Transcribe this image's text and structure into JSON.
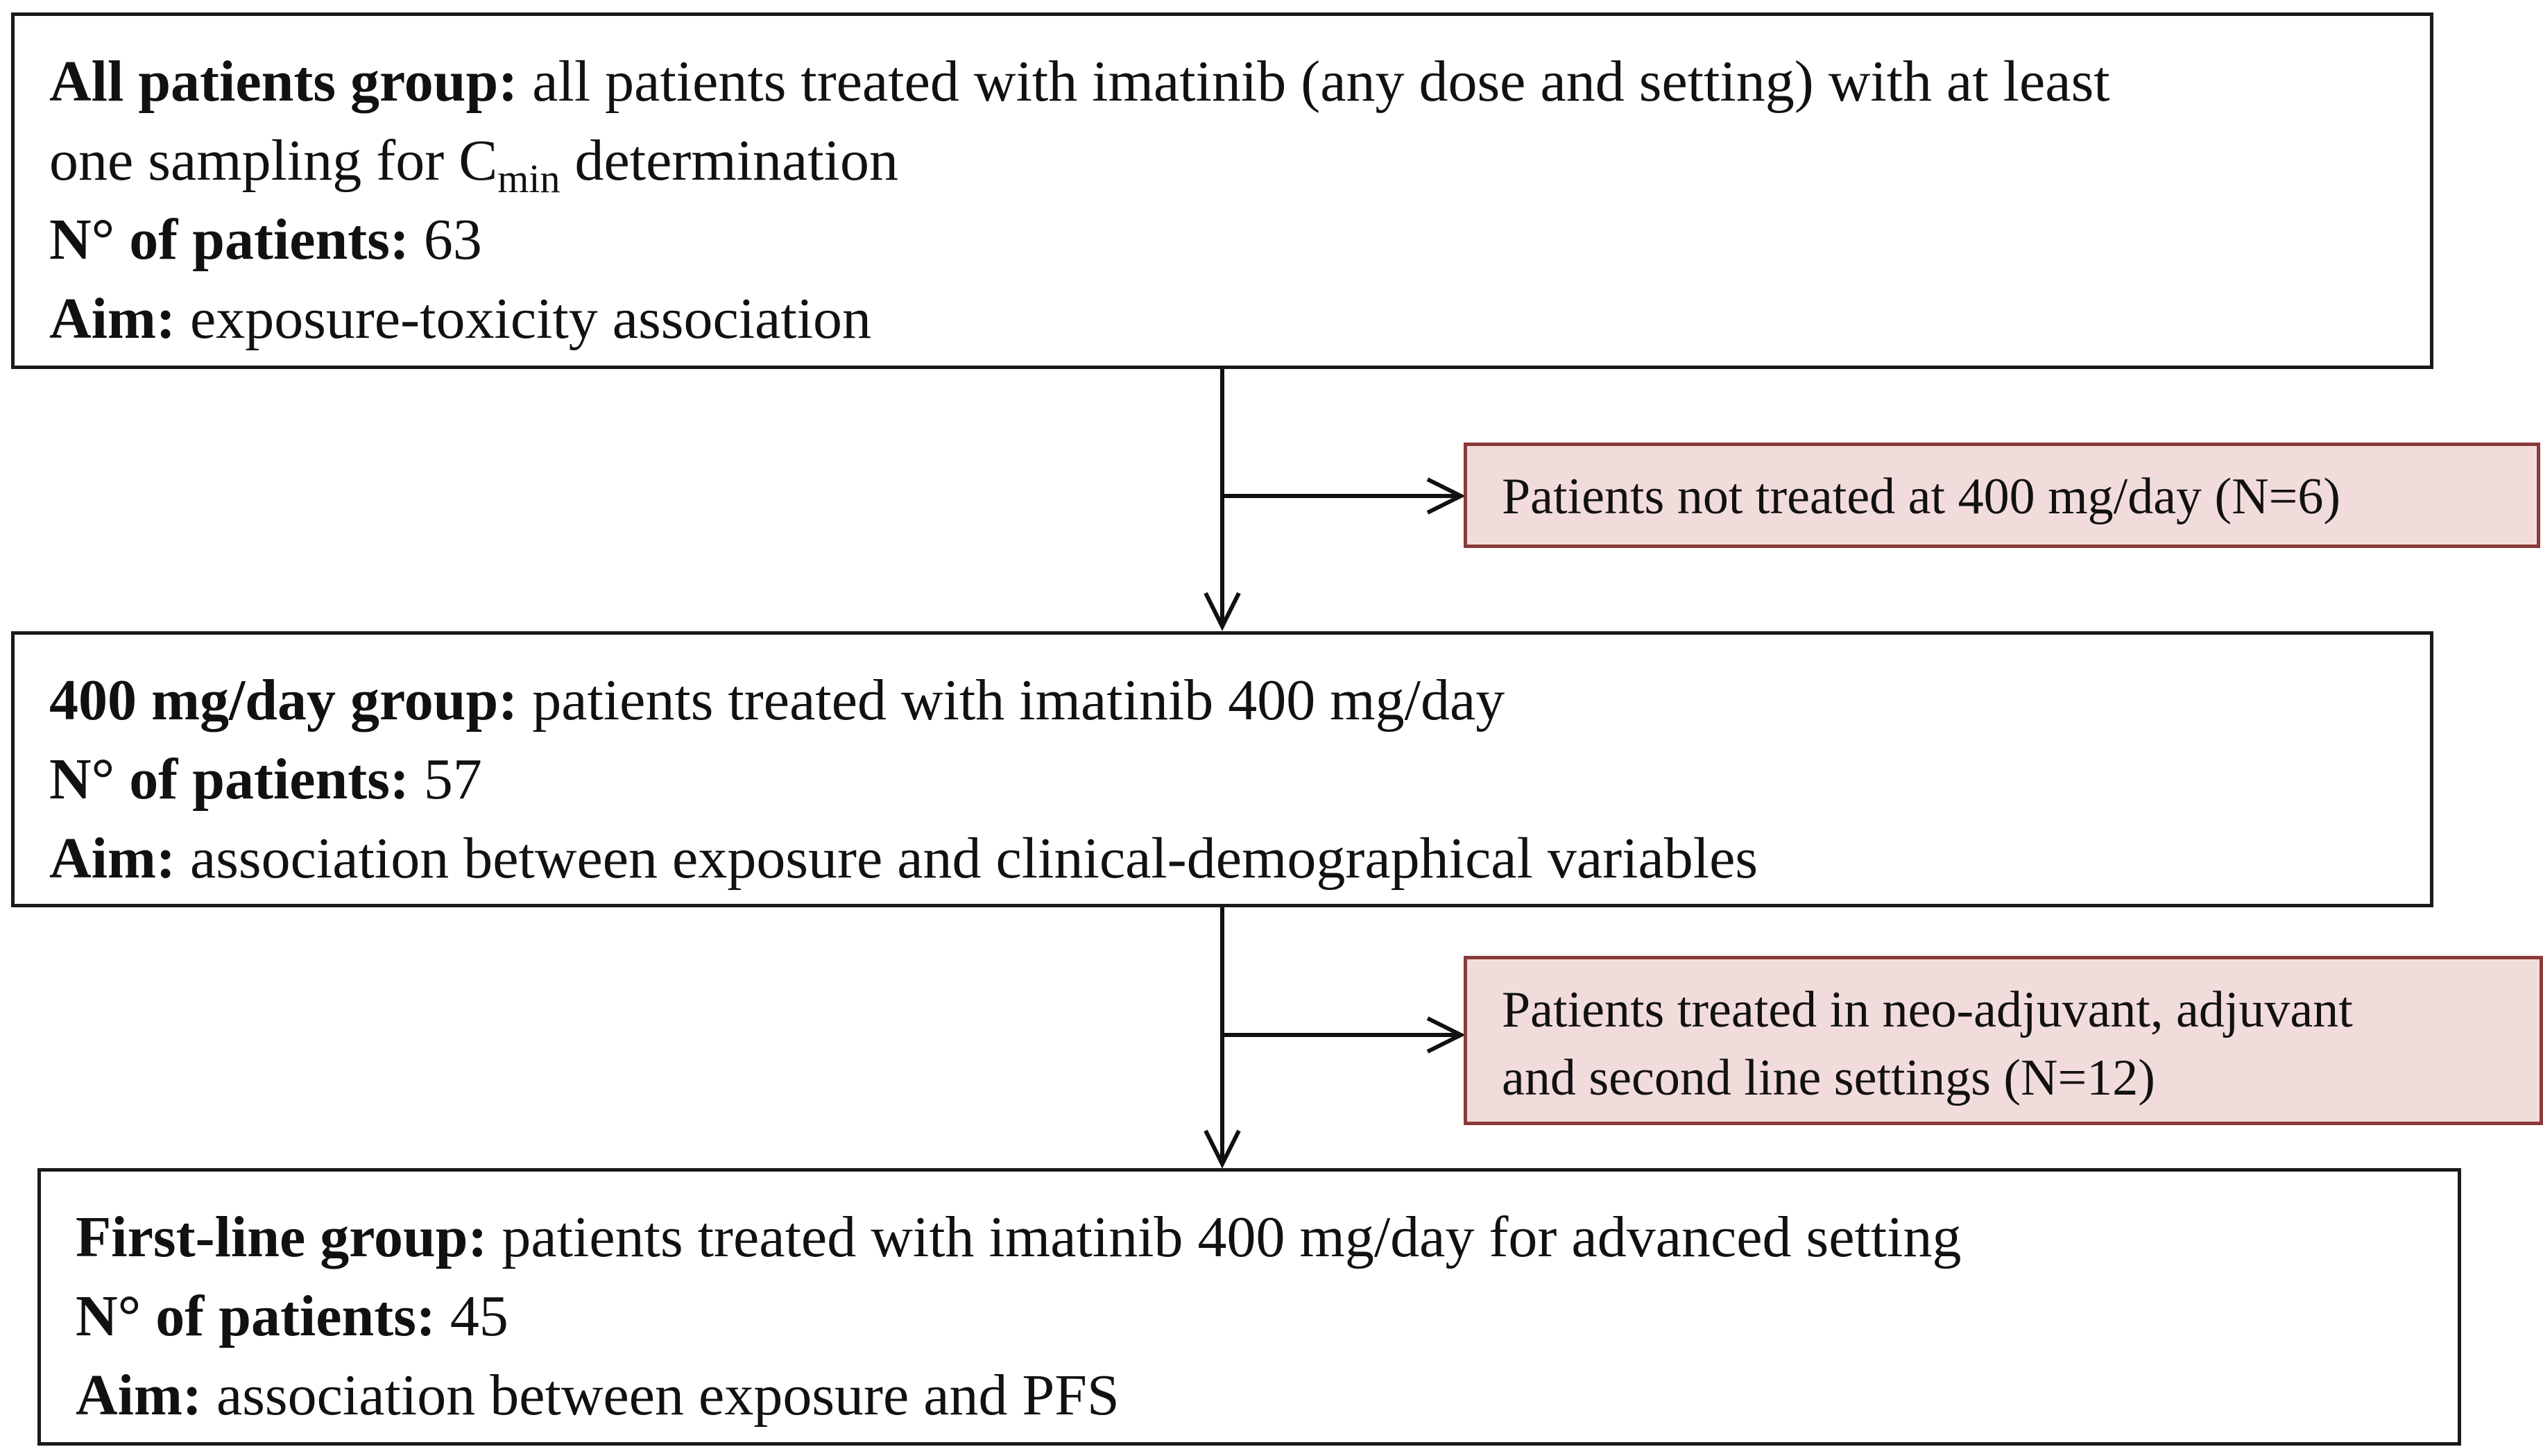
{
  "groups": {
    "all": {
      "label": "All patients group:",
      "desc_line1": "all patients treated with imatinib (any dose and setting) with at least",
      "desc_line2_pre": "one sampling for C",
      "desc_line2_sub": "min",
      "desc_line2_post": " determination",
      "n_label": "N° of patients:",
      "n_value": "63",
      "aim_label": "Aim:",
      "aim_value": "exposure-toxicity association"
    },
    "mg400": {
      "label": "400 mg/day group:",
      "desc": "patients treated with imatinib 400 mg/day",
      "n_label": "N° of patients:",
      "n_value": "57",
      "aim_label": "Aim:",
      "aim_value": "association between exposure and clinical-demographical variables"
    },
    "first_line": {
      "label": "First-line group:",
      "desc": "patients treated with imatinib 400 mg/day for advanced setting",
      "n_label": "N° of patients:",
      "n_value": "45",
      "aim_label": "Aim:",
      "aim_value": "association between exposure and PFS"
    }
  },
  "exclusions": {
    "first": {
      "text": "Patients not treated at 400 mg/day (N=6)"
    },
    "second": {
      "line1": "Patients treated in neo-adjuvant, adjuvant",
      "line2": "and second line settings (N=12)"
    }
  },
  "colors": {
    "box_border": "#1a1a1a",
    "exclusion_fill": "#f2dcdb",
    "exclusion_border": "#8b3a3a",
    "arrow": "#111111"
  }
}
